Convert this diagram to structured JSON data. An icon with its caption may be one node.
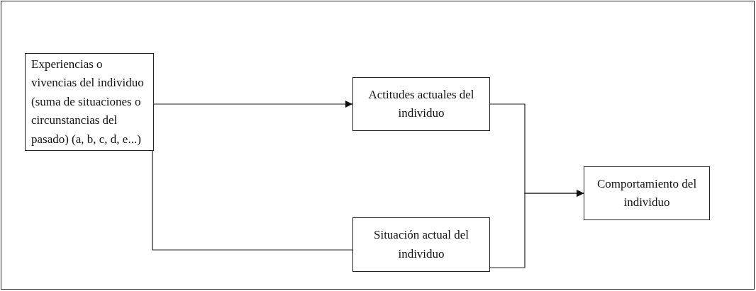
{
  "diagram": {
    "nodes": [
      {
        "text": [
          "Experiencias o vivencias del individuo (suma de situaciones o circunstancias del pasado) (a, b, c, d, e...)"
        ]
      },
      {
        "text": [
          "Actitudes actuales del individuo"
        ]
      },
      {
        "text": [
          "Situación actual del individuo"
        ]
      },
      {
        "text": [
          "Comportamiento del individuo"
        ]
      }
    ],
    "edges": [
      {
        "from": 0,
        "to": 1,
        "arrow": "to"
      },
      {
        "from": 0,
        "to": 2,
        "arrow": "none"
      },
      {
        "from": 1,
        "to": 3,
        "arrow": "to"
      },
      {
        "from": 2,
        "to": 3,
        "arrow": "to"
      }
    ]
  }
}
